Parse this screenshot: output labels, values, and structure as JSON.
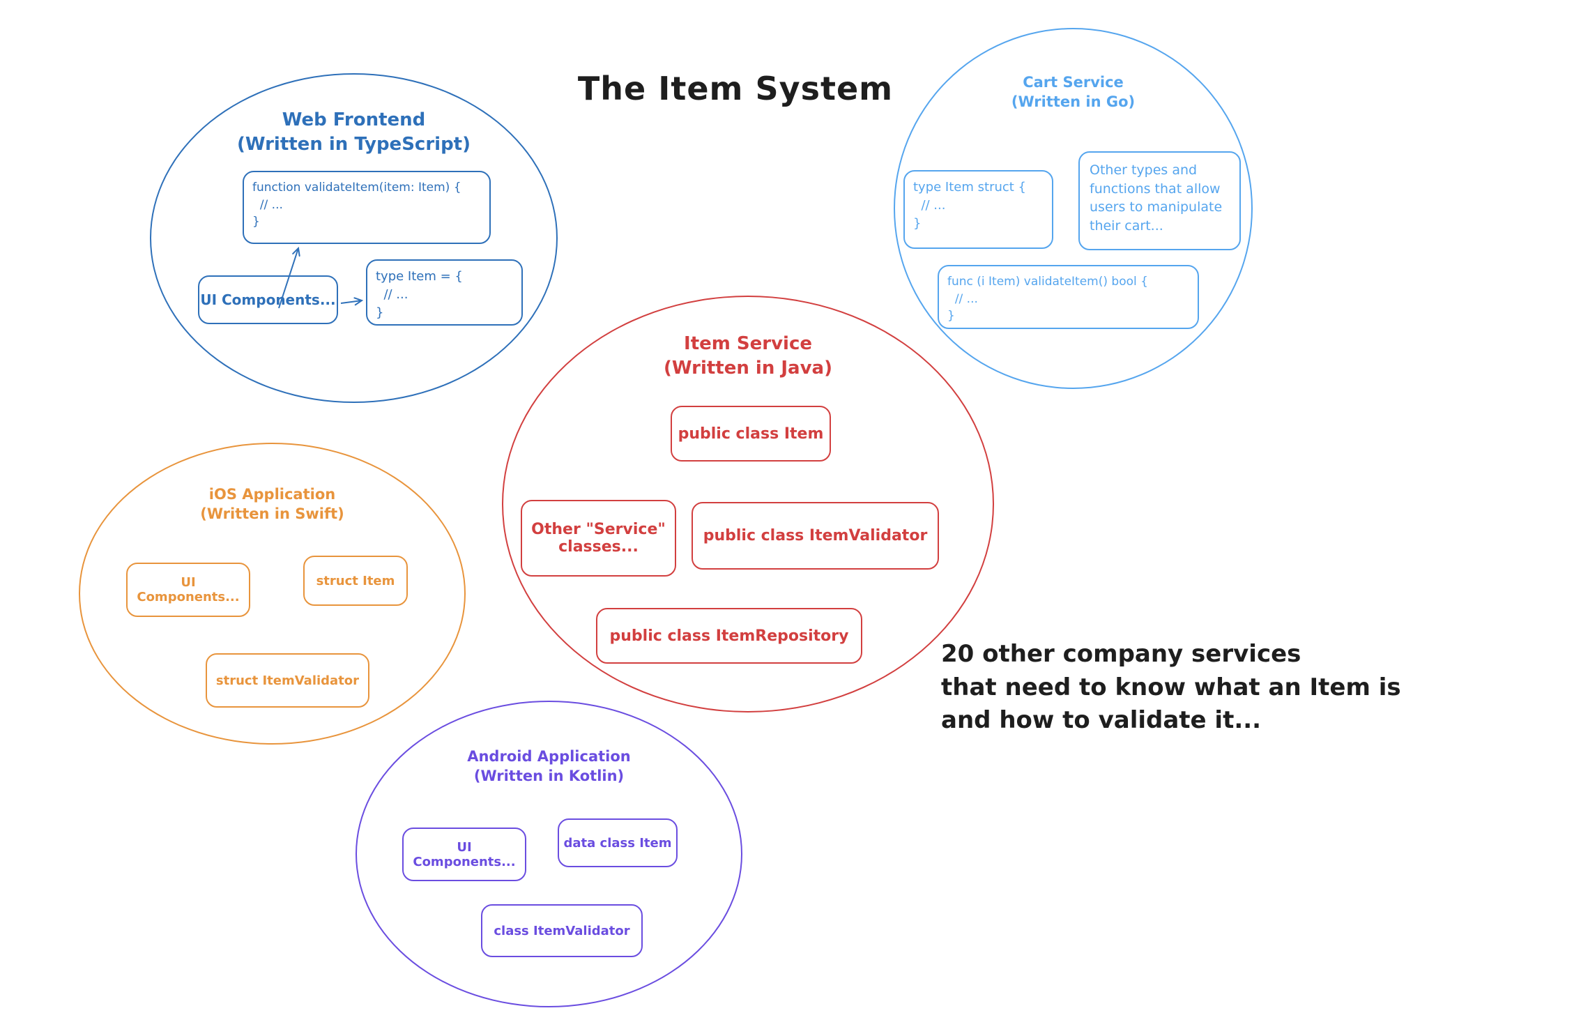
{
  "title": "The Item System",
  "note": "20 other company services\nthat need to know what an Item is\nand how to validate it...",
  "colors": {
    "web_frontend": "#2e70b9",
    "cart_service": "#55a5ee",
    "item_service": "#d23f3f",
    "ios_app": "#e8943c",
    "android_app": "#6a4de0",
    "annotation_text": "#1e1e1e",
    "background": "#ffffff"
  },
  "web": {
    "title": "Web Frontend",
    "subtitle": "(Written in TypeScript)",
    "validate_fn": "function validateItem(item: Item) {\n  // ...\n}",
    "ui_components": "UI Components...",
    "item_type": "type Item = {\n  // ...\n}"
  },
  "cart": {
    "title": "Cart Service",
    "subtitle": "(Written in Go)",
    "item_struct": "type Item struct {\n  // ...\n}",
    "other_types": "Other types and functions that allow users to manipulate their cart...",
    "validate_fn": "func (i Item) validateItem() bool {\n  // ...\n}"
  },
  "item_service": {
    "title": "Item Service",
    "subtitle": "(Written in Java)",
    "item_class": "public class Item",
    "other_classes": "Other \"Service\"\nclasses...",
    "validator_class": "public class ItemValidator",
    "repository_class": "public class ItemRepository"
  },
  "ios": {
    "title": "iOS Application",
    "subtitle": "(Written in Swift)",
    "ui_components": "UI Components...",
    "item_struct": "struct Item",
    "validator_struct": "struct ItemValidator"
  },
  "android": {
    "title": "Android Application",
    "subtitle": "(Written in Kotlin)",
    "ui_components": "UI Components...",
    "item_class": "data class Item",
    "validator_class": "class ItemValidator"
  }
}
